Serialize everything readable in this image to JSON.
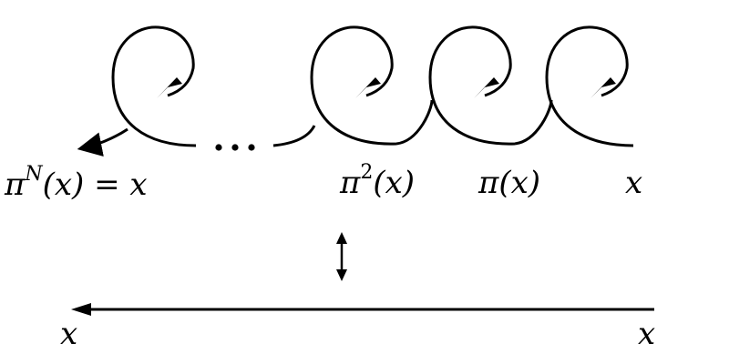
{
  "labels": {
    "pi_n_base": "π",
    "pi_n_exp": "N",
    "pi_n_rest": "(x) = x",
    "pi2_base": "π",
    "pi2_exp": "2",
    "pi2_rest": "(x)",
    "pi1": "π(x)",
    "x_top": "x",
    "x_bottom_left": "x",
    "x_bottom_right": "x"
  },
  "ellipsis": "…",
  "colors": {
    "stroke": "#000000",
    "background": "#ffffff"
  },
  "icons": [
    "arrowhead-icon",
    "double-arrow-icon"
  ]
}
